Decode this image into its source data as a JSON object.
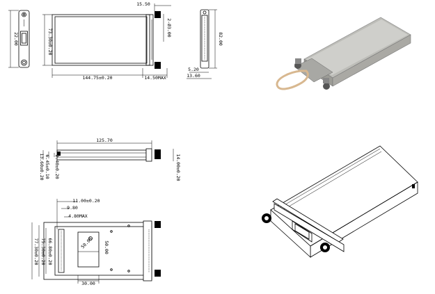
{
  "drawing": {
    "front_view": {
      "height_label": "22.00"
    },
    "top_view": {
      "width_label": "73.30±0.20",
      "length_label": "144.75±0.20",
      "handle_max_label": "14.50MAX",
      "tab_offset_label": "15.50",
      "side_small_label": "2-Ø3.00"
    },
    "side_view": {
      "height_label": "82.00",
      "bottom_small_label": "5.20",
      "bottom_label": "13.60"
    },
    "long_side_view": {
      "length_label": "125.70",
      "thickness_label": "6.45±0.10",
      "total_label": "13.60±0.20",
      "offset_label": "2.40±0.20",
      "right_label": "14.00±0.20"
    },
    "bottom_view": {
      "label_11": "11.00±0.20",
      "label_9": "9.80",
      "label_4": "4.80MAX",
      "label_66": "66.80±0.20",
      "label_75": "75.30±0.20",
      "label_77": "77.30±0.20",
      "label_50": "50.00",
      "label_50b": "50.00",
      "label_30": "30.00"
    }
  },
  "colors": {
    "line": "#000000",
    "photo_module_body": "#c8c8c4",
    "photo_module_pull_tab": "#d8b890"
  }
}
